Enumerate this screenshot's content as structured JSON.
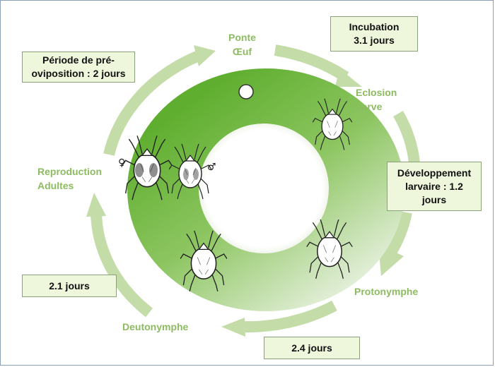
{
  "stages": {
    "ponte": "Ponte",
    "oeuf": "Œuf",
    "eclosion": "Eclosion",
    "larve": "Larve",
    "protonymphe": "Protonymphe",
    "deutonymphe": "Deutonymphe",
    "reproduction": "Reproduction",
    "adultes": "Adultes"
  },
  "durations": {
    "incubation": [
      "Incubation",
      "3.1 jours"
    ],
    "developpement": [
      "Développement",
      "larvaire : 1.2",
      "jours"
    ],
    "protonymphe": [
      "2.4 jours"
    ],
    "deutonymphe": [
      "2.1  jours"
    ],
    "preoviposition": [
      "Période de pré-",
      "oviposition : 2 jours"
    ]
  },
  "symbols": {
    "female": "♀",
    "male": "♂"
  },
  "colors": {
    "ring_dark": "#5fae2f",
    "ring_light": "#e6f0dc",
    "arrow": "#c4dca8",
    "stage_text": "#8dbb62",
    "box_fill": "#eef6dc",
    "box_border": "#8aa07a"
  },
  "icons": [
    "egg-icon",
    "mite-icon"
  ]
}
